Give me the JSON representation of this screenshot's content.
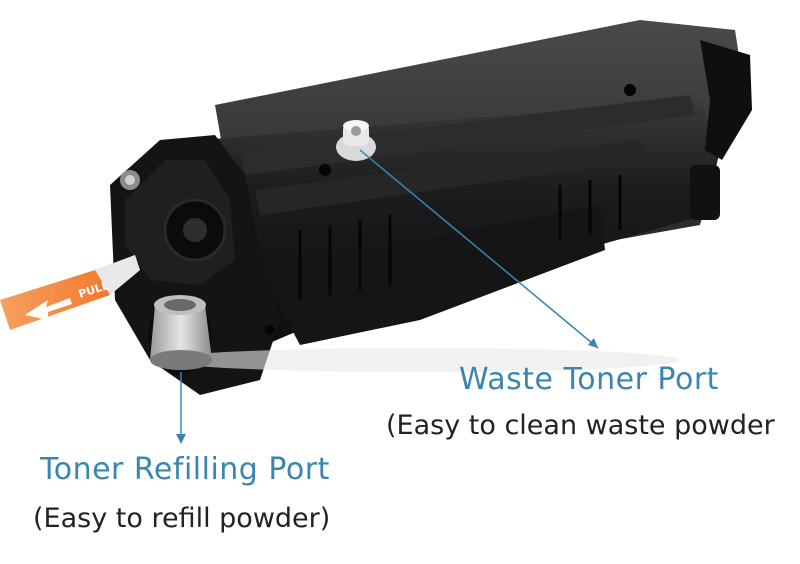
{
  "image": {
    "subject": "black laser printer toner cartridge",
    "pull_tab_text": "PULL",
    "colors": {
      "cartridge": "#1a1a1a",
      "callout_line": "#3a86b0",
      "pull_tab": "#f07a2a"
    }
  },
  "callouts": {
    "waste": {
      "title": "Waste Toner Port",
      "subtitle": "(Easy to clean waste powder"
    },
    "refill": {
      "title": "Toner Refilling Port",
      "subtitle": "(Easy to refill powder)"
    }
  }
}
